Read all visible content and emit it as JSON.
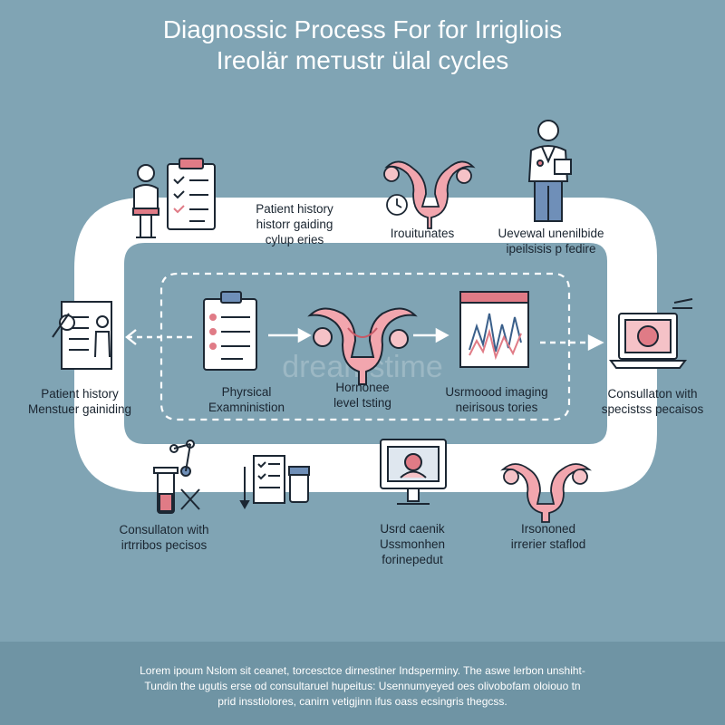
{
  "title": {
    "line1": "Diagnossic Process For for Irrigliois",
    "line2": "Ireolär meтustr ülal cycles"
  },
  "steps": {
    "top_left": {
      "line1": "Patient history",
      "line2": "historr gaiding",
      "line3": "cylup eries"
    },
    "top_middle": {
      "line1": "Irouitunates"
    },
    "top_right": {
      "line1": "Uevewal unenilbide",
      "line2": "ipeilsisis p fedire"
    },
    "left": {
      "line1": "Patient history",
      "line2": "Menstuer gainiding"
    },
    "inner_1": {
      "line1": "Phyrsical",
      "line2": "Examninistion"
    },
    "inner_2": {
      "line1": "Hornonee",
      "line2": "level tsting"
    },
    "inner_3": {
      "line1": "Usrmoood imaging",
      "line2": "neirisous tories"
    },
    "right": {
      "line1": "Consullaton with",
      "line2": "specistss pecaisos"
    },
    "bottom_left": {
      "line1": "Consullaton with",
      "line2": "irtrribos pecisos"
    },
    "bottom_middle": {
      "line1": "Usrd caenik",
      "line2": "Ussmonhen",
      "line3": "forinepedut"
    },
    "bottom_right": {
      "line1": "Irsononed",
      "line2": "irrerier staflod"
    }
  },
  "watermark": "dreamstime",
  "footer": {
    "line1": "Lorem ipoum Nslom sit ceanet, torcesctce dirnestiner Indsperminy. The aswe lerbon unshiht-",
    "line2": "Tundin the ugutis erse od consultaruel hupeitus: Usennumyeyed oes olivobofam oloiouo tn",
    "line3": "prid insstiolores, canirn vetigjinn ifus oass ecsingris thegcss."
  },
  "colors": {
    "background": "#80a4b4",
    "loop": "#ffffff",
    "accent": "#e07b86",
    "ink": "#1c2733",
    "footer_band": "#6f94a4"
  }
}
